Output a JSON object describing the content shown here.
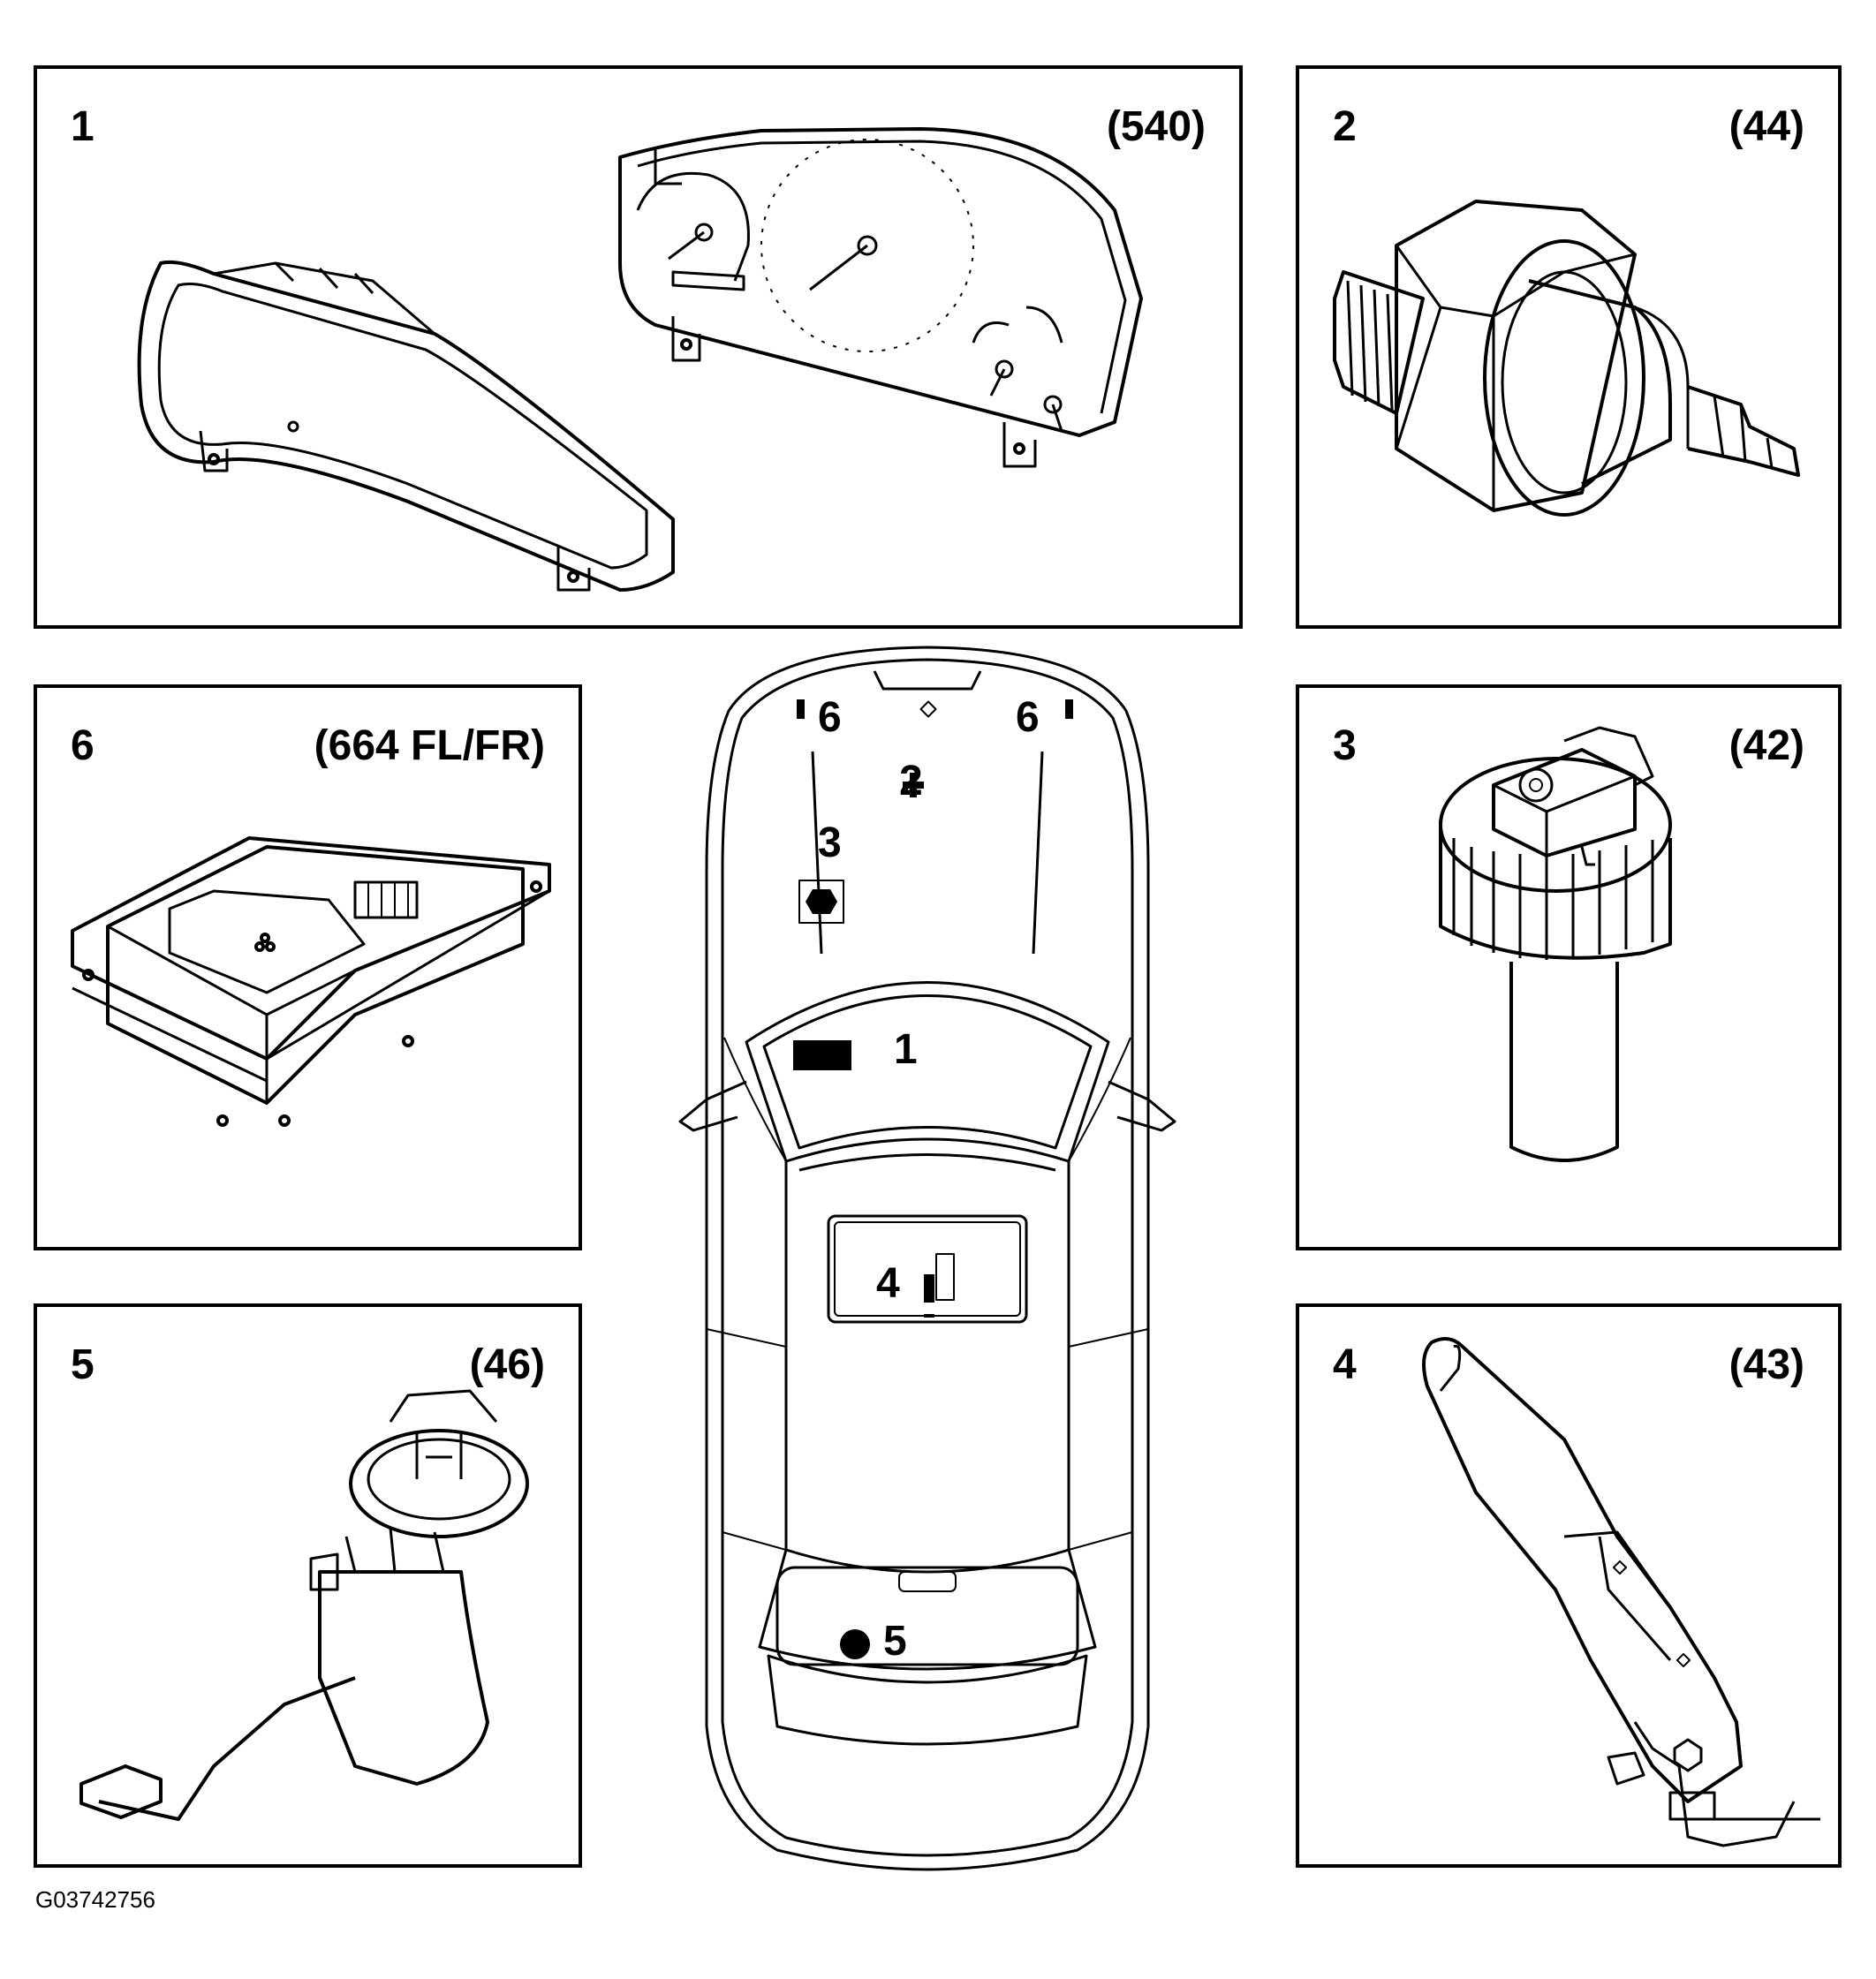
{
  "panels": [
    {
      "number": "1",
      "code": "(540)",
      "icon": "instrument-cluster"
    },
    {
      "number": "2",
      "code": "(44)",
      "icon": "oil-pressure-switch"
    },
    {
      "number": "6",
      "code": "(664 FL/FR)",
      "icon": "control-module"
    },
    {
      "number": "3",
      "code": "(42)",
      "icon": "brake-fluid-level-switch"
    },
    {
      "number": "5",
      "code": "(46)",
      "icon": "fuel-pump-sender"
    },
    {
      "number": "4",
      "code": "(43)",
      "icon": "parking-brake-lever"
    }
  ],
  "car": {
    "labels": [
      "1",
      "2",
      "3",
      "4",
      "5",
      "6",
      "6"
    ]
  },
  "figure_id": "G03742756"
}
